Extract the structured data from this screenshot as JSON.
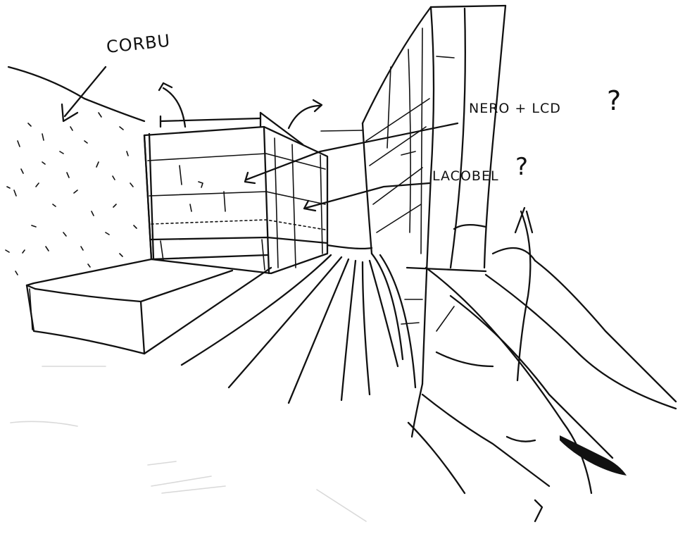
{
  "labels": {
    "corbu": "CORBU",
    "nero_lcd": "NERO + LCD",
    "nero_lcd_q": "?",
    "lacobel": "LACOBEL",
    "lacobel_q": "?"
  },
  "colors": {
    "paper": "#ffffff",
    "ink": "#111111",
    "faint_ink": "#d9d9d9"
  }
}
